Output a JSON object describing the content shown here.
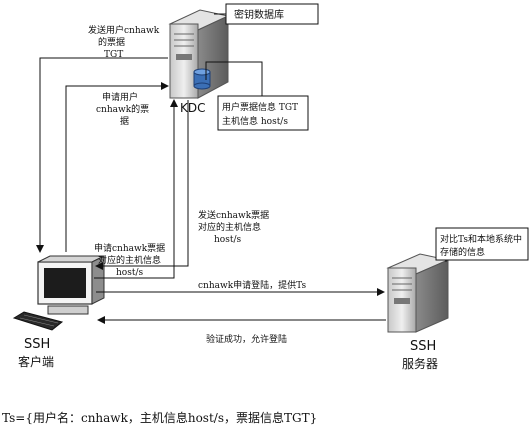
{
  "kdc": {
    "label": "KDC",
    "db_box_label": "密钥数据库",
    "info_box_lines": [
      "用户票据信息 TGT",
      "主机信息 host/s"
    ]
  },
  "client": {
    "label_line1": "SSH",
    "label_line2": "客户端"
  },
  "server": {
    "label_line1": "SSH",
    "label_line2": "服务器",
    "compare_box_lines": [
      "对比Ts和本地系统中",
      "存储的信息"
    ]
  },
  "arrows": {
    "send_tgt_lines": [
      "发送用户cnhawk",
      "的票据",
      "TGT"
    ],
    "request_ticket_lines": [
      "申请用户",
      "cnhawk的票",
      "据"
    ],
    "request_host_lines": [
      "申请cnhawk票据",
      "对应的主机信息",
      "host/s"
    ],
    "send_host_lines": [
      "发送cnhawk票据",
      "对应的主机信息",
      "host/s"
    ],
    "login_request": "cnhawk申请登陆，提供Ts",
    "login_success": "验证成功，允许登陆"
  },
  "footer": {
    "formula": "Ts={用户名：cnhawk，主机信息host/s，票据信息TGT}"
  }
}
